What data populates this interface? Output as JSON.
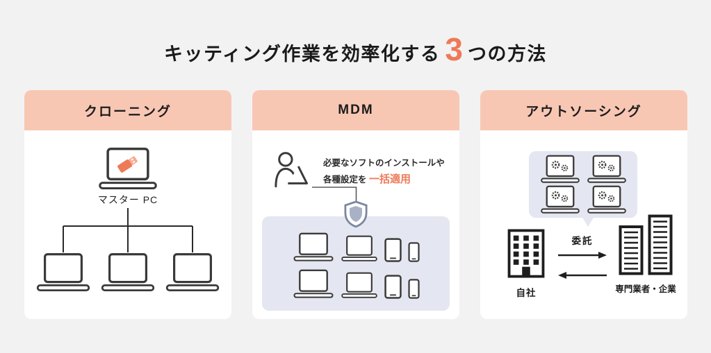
{
  "title": {
    "prefix": "キッティング作業を効率化する",
    "number": "3",
    "suffix": "つの方法"
  },
  "colors": {
    "page_bg": "#F2F2F2",
    "card_header_bg": "#F8C7B4",
    "accent_orange": "#EE7A58",
    "panel_bg": "#E4E6F1",
    "icon_stroke": "#3A3A3A"
  },
  "cards": {
    "cloning": {
      "header": "クローニング",
      "master_label": "マスター PC"
    },
    "mdm": {
      "header": "MDM",
      "caption_line1": "必要なソフトのインストールや",
      "caption_line2_prefix": "各種設定を ",
      "caption_line2_highlight": "一括適用"
    },
    "outsourcing": {
      "header": "アウトソーシング",
      "delegate_label": "委託",
      "own_company_label": "自社",
      "vendor_label": "専門業者・企業"
    }
  },
  "icons": {
    "master-pc-icon": "laptop-with-usb-stick",
    "client-pc-icon": "laptop",
    "person-icon": "person-at-laptop",
    "shield-icon": "security-shield",
    "laptop-icon": "laptop",
    "tablet-icon": "tablet",
    "phone-icon": "smartphone",
    "gear-laptop-icon": "laptop-with-gears",
    "own-company-icon": "office-building",
    "vendor-icon": "tall-buildings",
    "delegate-arrow-right-icon": "arrow-right",
    "return-arrow-left-icon": "arrow-left",
    "tree-connector": "branching-lines",
    "speech-bubble": "speech-bubble"
  }
}
